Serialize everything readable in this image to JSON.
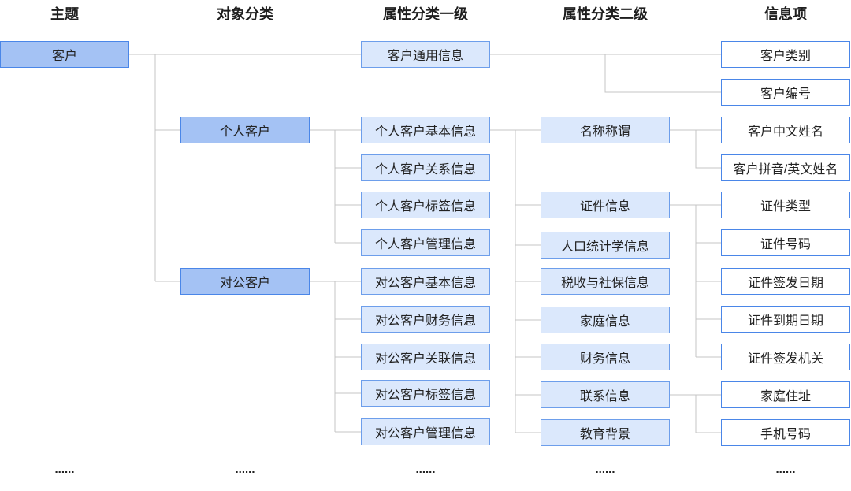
{
  "headers": {
    "topic": "主题",
    "object_category": "对象分类",
    "attribute_level1": "属性分类一级",
    "attribute_level2": "属性分类二级",
    "info_item": "信息项"
  },
  "topic": [
    "客户"
  ],
  "object_categories": [
    "个人客户",
    "对公客户"
  ],
  "attribute_level1": [
    "客户通用信息",
    "个人客户基本信息",
    "个人客户关系信息",
    "个人客户标签信息",
    "个人客户管理信息",
    "对公客户基本信息",
    "对公客户财务信息",
    "对公客户关联信息",
    "对公客户标签信息",
    "对公客户管理信息"
  ],
  "attribute_level2": [
    "名称称谓",
    "证件信息",
    "人口统计学信息",
    "税收与社保信息",
    "家庭信息",
    "财务信息",
    "联系信息",
    "教育背景"
  ],
  "info_items": [
    "客户类别",
    "客户编号",
    "客户中文姓名",
    "客户拼音/英文姓名",
    "证件类型",
    "证件号码",
    "证件签发日期",
    "证件到期日期",
    "证件签发机关",
    "家庭住址",
    "手机号码"
  ],
  "ellipsis": "......",
  "colors": {
    "primary_node_fill": "#a4c2f4",
    "primary_node_border": "#4a86e8",
    "secondary_node_fill": "#dbe8fc",
    "secondary_node_border": "#6d9eeb",
    "leaf_node_fill": "#ffffff",
    "leaf_node_border": "#4a86e8",
    "connector": "#c4c4c4",
    "text": "#222222"
  }
}
